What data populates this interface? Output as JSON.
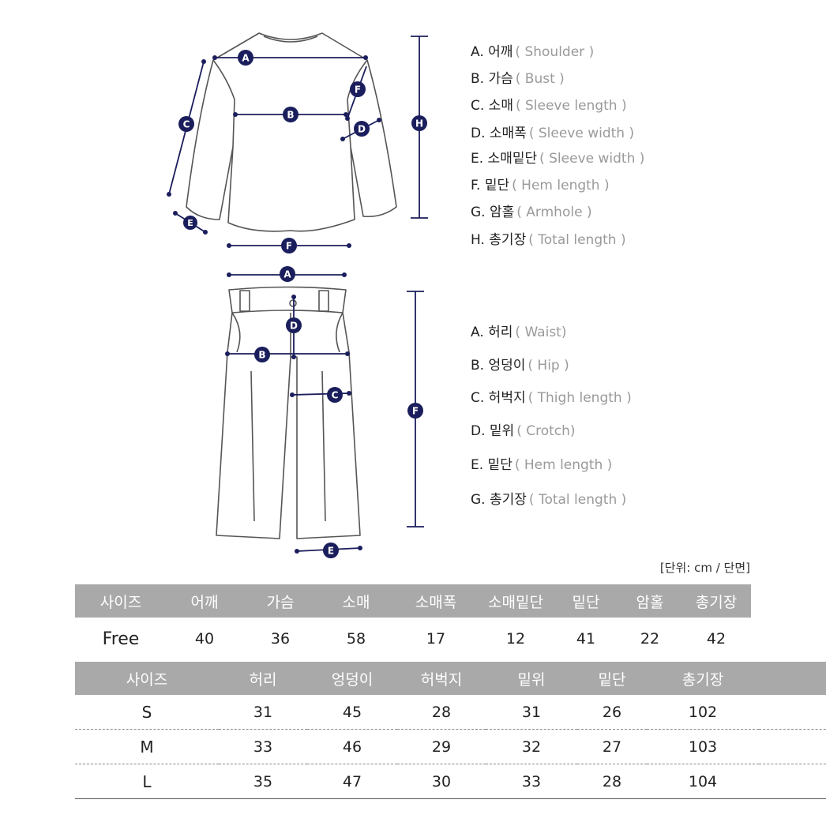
{
  "top_markers": [
    "A",
    "B",
    "C",
    "D",
    "E",
    "F",
    "H"
  ],
  "bottom_markers": [
    "A",
    "B",
    "C",
    "D",
    "E",
    "F"
  ],
  "top_legend": [
    {
      "kr": "A. 어깨",
      "en": "( Shoulder )"
    },
    {
      "kr": "B. 가슴",
      "en": "( Bust )"
    },
    {
      "kr": "C. 소매",
      "en": "( Sleeve length )"
    },
    {
      "kr": "D. 소매폭",
      "en": "( Sleeve width )"
    },
    {
      "kr": "E. 소매밑단",
      "en": "( Sleeve width )"
    },
    {
      "kr": "F. 밑단",
      "en": "( Hem length )"
    },
    {
      "kr": "G. 암홀",
      "en": "( Armhole )"
    },
    {
      "kr": "H. 총기장",
      "en": "( Total length )"
    }
  ],
  "bottom_legend": [
    {
      "kr": "A. 허리",
      "en": "( Waist)"
    },
    {
      "kr": "B. 엉덩이",
      "en": "( Hip )"
    },
    {
      "kr": "C. 허벅지",
      "en": "( Thigh length )"
    },
    {
      "kr": "D. 밑위",
      "en": "( Crotch)"
    },
    {
      "kr": "E. 밑단",
      "en": "( Hem length )"
    },
    {
      "kr": "G. 총기장",
      "en": "( Total length )"
    }
  ],
  "unit_note": "[단위: cm / 단면]",
  "top_table": {
    "headers": [
      "사이즈",
      "어깨",
      "가슴",
      "소매",
      "소매폭",
      "소매밑단",
      "밑단",
      "암홀",
      "총기장"
    ],
    "row": [
      "Free",
      "40",
      "36",
      "58",
      "17",
      "12",
      "41",
      "22",
      "42"
    ]
  },
  "bottom_table": {
    "headers": [
      "사이즈",
      "허리",
      "엉덩이",
      "허벅지",
      "밑위",
      "밑단",
      "총기장",
      ""
    ],
    "rows": [
      [
        "S",
        "31",
        "45",
        "28",
        "31",
        "26",
        "102",
        ""
      ],
      [
        "M",
        "33",
        "46",
        "29",
        "32",
        "27",
        "103",
        ""
      ],
      [
        "L",
        "35",
        "47",
        "30",
        "33",
        "28",
        "104",
        ""
      ]
    ]
  },
  "colors": {
    "marker": "#1b1e5c",
    "header_bg": "#a9a9a9",
    "outline": "#555555"
  }
}
